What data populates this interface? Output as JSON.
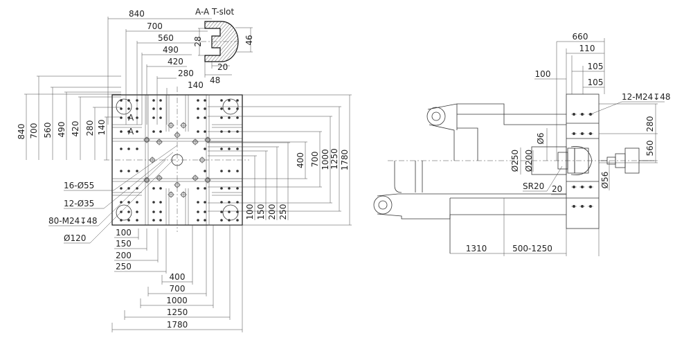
{
  "section": {
    "title": "A-A T-slot",
    "dims": [
      "28",
      "46",
      "20",
      "48"
    ]
  },
  "platen_top_dims": [
    "840",
    "700",
    "560",
    "490",
    "420",
    "280",
    "140"
  ],
  "platen_left_dims": [
    "840",
    "700",
    "560",
    "490",
    "420",
    "280",
    "140"
  ],
  "platen_bottom_dims": [
    "100",
    "150",
    "200",
    "250",
    "400",
    "700",
    "1000",
    "1250",
    "1780"
  ],
  "platen_right_dims": [
    "400",
    "700",
    "1000",
    "1250",
    "1780"
  ],
  "platen_inner_vertical_dims": [
    "100",
    "150",
    "200",
    "250"
  ],
  "section_marks": [
    "A",
    "A"
  ],
  "callouts": [
    "16-Ø55",
    "12-Ø35",
    "80-M24↧48",
    "Ø120"
  ],
  "side_view": {
    "top_dims": [
      "660",
      "110",
      "105",
      "105",
      "100"
    ],
    "callout_thread": "12-M24↧48",
    "right_dims": [
      "280",
      "560"
    ],
    "diameters": [
      "Ø6",
      "Ø250",
      "Ø200",
      "Ø56"
    ],
    "sr_label": "SR20",
    "small_dim": "20",
    "bottom_dims": [
      "1310",
      "500-1250"
    ]
  }
}
